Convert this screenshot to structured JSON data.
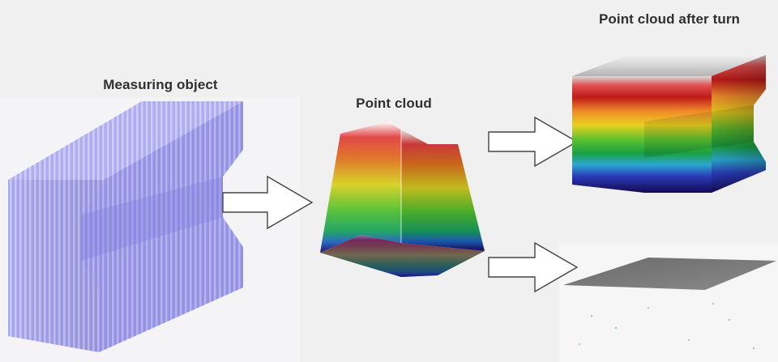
{
  "labels": {
    "measuring_object": "Measuring object",
    "point_cloud": "Point cloud",
    "point_cloud_after_turn": "Point cloud after turn"
  },
  "colors": {
    "background": "#f0f0f0",
    "object_fill": "#9d9be8",
    "arrow_fill": "#ffffff",
    "arrow_stroke": "#444444",
    "label_text": "#2f2f2f"
  },
  "steps": [
    {
      "name": "measuring-object",
      "label_key": "measuring_object"
    },
    {
      "name": "point-cloud",
      "label_key": "point_cloud"
    },
    {
      "name": "point-cloud-after-turn",
      "label_key": "point_cloud_after_turn"
    },
    {
      "name": "flattened-point-cloud"
    }
  ],
  "arrows": [
    {
      "from": "measuring-object",
      "to": "point-cloud"
    },
    {
      "from": "point-cloud",
      "to": "point-cloud-after-turn"
    },
    {
      "from": "point-cloud",
      "to": "flattened-point-cloud"
    }
  ]
}
